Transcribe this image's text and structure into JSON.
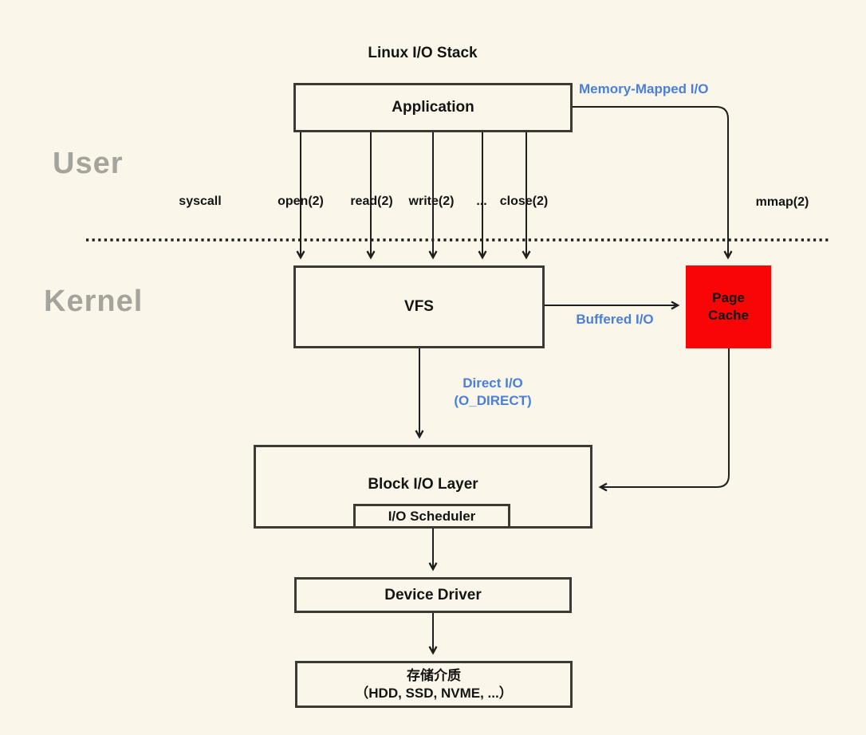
{
  "title": "Linux I/O Stack",
  "colors": {
    "background": "#faf7ea",
    "accent_blue": "#4a7fd9",
    "page_cache_red": "#fa0505",
    "box_border": "#3b3a35",
    "line": "#1f1f1d",
    "zone_label_gray": "#a5a49c",
    "text": "#141414"
  },
  "zones": {
    "user": "User",
    "kernel": "Kernel"
  },
  "boxes": {
    "application": "Application",
    "vfs": "VFS",
    "page_cache": {
      "line1": "Page",
      "line2": "Cache"
    },
    "block_io": "Block I/O Layer",
    "io_scheduler": "I/O Scheduler",
    "device_driver": "Device Driver",
    "storage": {
      "line1": "存储介质",
      "line2": "（HDD, SSD, NVME, ...）"
    }
  },
  "syscall_row": {
    "syscall": "syscall",
    "open": "open(2)",
    "read": "read(2)",
    "write": "write(2)",
    "ellipsis": "...",
    "close": "close(2)",
    "mmap": "mmap(2)"
  },
  "flow_labels": {
    "memory_mapped": "Memory-Mapped I/O",
    "buffered": "Buffered I/O",
    "direct_line1": "Direct I/O",
    "direct_line2": "(O_DIRECT)"
  }
}
